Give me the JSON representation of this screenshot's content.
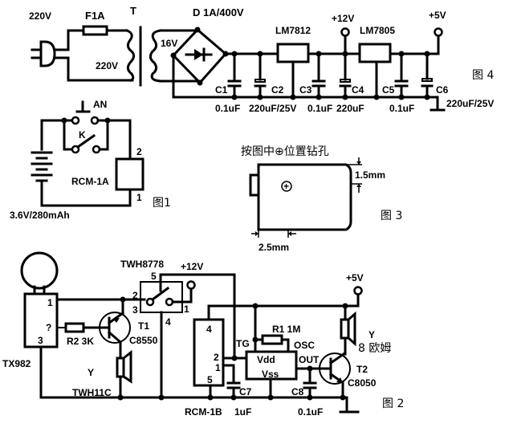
{
  "fig4": {
    "mains_label": "220V",
    "fuse_label": "F1A",
    "transformer_label": "T",
    "primary_label": "220V",
    "secondary_label": "16V",
    "bridge_label": "D  1A/400V",
    "reg1_label": "LM7812",
    "reg2_label": "LM7805",
    "v12_label": "+12V",
    "v5_label": "+5V",
    "c1": "C1",
    "c2": "C2",
    "c3": "C3",
    "c4": "C4",
    "c5": "C5",
    "c6": "C6",
    "c1_val": "0.1uF",
    "c2_val": "220uF/25V",
    "c3_val": "0.1uF",
    "c4_val": "220uF",
    "c5_val": "0.1uF",
    "c6_val": "220uF/25V",
    "caption": "图 4"
  },
  "fig1": {
    "button_label": "AN",
    "switch_label": "K",
    "module_label": "RCM-1A",
    "pin2": "2",
    "pin1": "1",
    "battery_label": "3.6V/280mAh",
    "caption": "图1"
  },
  "fig3": {
    "instruction": "按图中⊕位置钻孔",
    "dim_vertical": "1.5mm",
    "dim_horizontal": "2.5mm",
    "drill_mark": "+",
    "caption": "图 3"
  },
  "fig2": {
    "sensor_label": "TX982",
    "sensor_pin1": "1",
    "sensor_pin2": "?",
    "sensor_pin3": "3",
    "r2_label": "R2 3K",
    "t1_label": "T1",
    "t1_type": "C8550",
    "buzzer1_y": "Y",
    "buzzer1_label": "TWH11C",
    "relay_label": "TWH8778",
    "relay_pin5": "5",
    "relay_pin2": "2",
    "relay_pin3": "3",
    "relay_pin1": "1",
    "relay_pin4": "4",
    "v12_label": "+12V",
    "module_label": "RCM-1B",
    "module_pin4": "4",
    "module_pin2": "2",
    "module_pin1": "1",
    "module_pin5": "5",
    "c7_label": "C7",
    "c7_val": "1uF",
    "r1_label": "R1 1M",
    "tg_label": "TG",
    "osc_label": "OSC",
    "vdd_label": "Vdd",
    "vss_label": "Vss",
    "out_label": "OUT",
    "c8_label": "C8",
    "c8_val": "0.1uF",
    "v5_label": "+5V",
    "speaker_y": "Y",
    "speaker_label": "8 欧姆",
    "t2_label": "T2",
    "t2_type": "C8050",
    "caption": "图 2"
  }
}
